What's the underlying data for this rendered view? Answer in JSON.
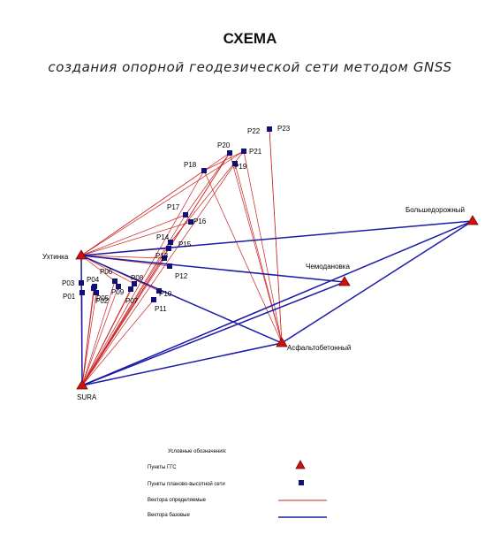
{
  "title": "СХЕМА",
  "subtitle": "создания опорной геодезической сети методом GNSS",
  "colors": {
    "measured_vector": "#cc2222",
    "base_vector": "#1a1aa6",
    "ggs_point_fill": "#cc1111",
    "ggs_point_stroke": "#7a0000",
    "network_point": "#10107a"
  },
  "ggs_points": [
    {
      "id": "Ухтинка",
      "label": "Ухтинка"
    },
    {
      "id": "SURA",
      "label": "SURA"
    },
    {
      "id": "Большедорожный",
      "label": "Большедорожный"
    },
    {
      "id": "Чемодановка",
      "label": "Чемодановка"
    },
    {
      "id": "Асфальтобетонный",
      "label": "Асфальтобетонный"
    }
  ],
  "network_points": [
    {
      "id": "P01",
      "label": "P01"
    },
    {
      "id": "P02",
      "label": "P02"
    },
    {
      "id": "P03",
      "label": "P03"
    },
    {
      "id": "P04",
      "label": "P04"
    },
    {
      "id": "P05",
      "label": "P05"
    },
    {
      "id": "P06",
      "label": "P06"
    },
    {
      "id": "P07",
      "label": "P07"
    },
    {
      "id": "P08",
      "label": "P08"
    },
    {
      "id": "P09",
      "label": "P09"
    },
    {
      "id": "P10",
      "label": "P10"
    },
    {
      "id": "P11",
      "label": "P11"
    },
    {
      "id": "P12",
      "label": "P12"
    },
    {
      "id": "P13",
      "label": "P13"
    },
    {
      "id": "P14",
      "label": "P14"
    },
    {
      "id": "P15",
      "label": "P15"
    },
    {
      "id": "P16",
      "label": "P16"
    },
    {
      "id": "P17",
      "label": "P17"
    },
    {
      "id": "P18",
      "label": "P18"
    },
    {
      "id": "P19",
      "label": "P19"
    },
    {
      "id": "P20",
      "label": "P20"
    },
    {
      "id": "P21",
      "label": "P21"
    },
    {
      "id": "P22",
      "label": "P22"
    },
    {
      "id": "P23",
      "label": "P23"
    }
  ],
  "base_vectors": [
    [
      "Ухтинка",
      "SURA"
    ],
    [
      "Ухтинка",
      "Большедорожный"
    ],
    [
      "Ухтинка",
      "Чемодановка"
    ],
    [
      "Ухтинка",
      "Асфальтобетонный"
    ],
    [
      "SURA",
      "Большедорожный"
    ],
    [
      "SURA",
      "Чемодановка"
    ],
    [
      "SURA",
      "Асфальтобетонный"
    ],
    [
      "Асфальтобетонный",
      "Большедорожный"
    ]
  ],
  "measured_vectors": [
    [
      "Ухтинка",
      "P17"
    ],
    [
      "Ухтинка",
      "P18"
    ],
    [
      "Ухтинка",
      "P20"
    ],
    [
      "Ухтинка",
      "P21"
    ],
    [
      "Ухтинка",
      "P16"
    ],
    [
      "Ухтинка",
      "P14"
    ],
    [
      "Ухтинка",
      "P13"
    ],
    [
      "Ухтинка",
      "P12"
    ],
    [
      "Ухтинка",
      "P10"
    ],
    [
      "Ухтинка",
      "P08"
    ],
    [
      "Ухтинка",
      "P06"
    ],
    [
      "SURA",
      "P01"
    ],
    [
      "SURA",
      "P02"
    ],
    [
      "SURA",
      "P03"
    ],
    [
      "SURA",
      "P04"
    ],
    [
      "SURA",
      "P05"
    ],
    [
      "SURA",
      "P06"
    ],
    [
      "SURA",
      "P07"
    ],
    [
      "SURA",
      "P08"
    ],
    [
      "SURA",
      "P09"
    ],
    [
      "SURA",
      "P11"
    ],
    [
      "SURA",
      "P13"
    ],
    [
      "SURA",
      "P14"
    ],
    [
      "SURA",
      "P15"
    ],
    [
      "SURA",
      "P17"
    ],
    [
      "SURA",
      "P18"
    ],
    [
      "SURA",
      "P19"
    ],
    [
      "SURA",
      "P20"
    ],
    [
      "Асфальтобетонный",
      "P18"
    ],
    [
      "Асфальтобетонный",
      "P19"
    ],
    [
      "Асфальтобетонный",
      "P20"
    ],
    [
      "Асфальтобетонный",
      "P21"
    ],
    [
      "Асфальтобетонный",
      "P22"
    ],
    [
      "Асфальтобетонный",
      "P23"
    ],
    [
      "P14",
      "P20"
    ],
    [
      "P15",
      "P21"
    ],
    [
      "P17",
      "P20"
    ],
    [
      "P18",
      "P21"
    ]
  ],
  "legend": {
    "heading": "Условные обозначения:",
    "ggs_points": "Пункты ГГС",
    "network_points": "Пункты  планово-высотной сети",
    "measured_vectors": "Вектора определяемые",
    "base_vectors": "Вектора базовые"
  }
}
